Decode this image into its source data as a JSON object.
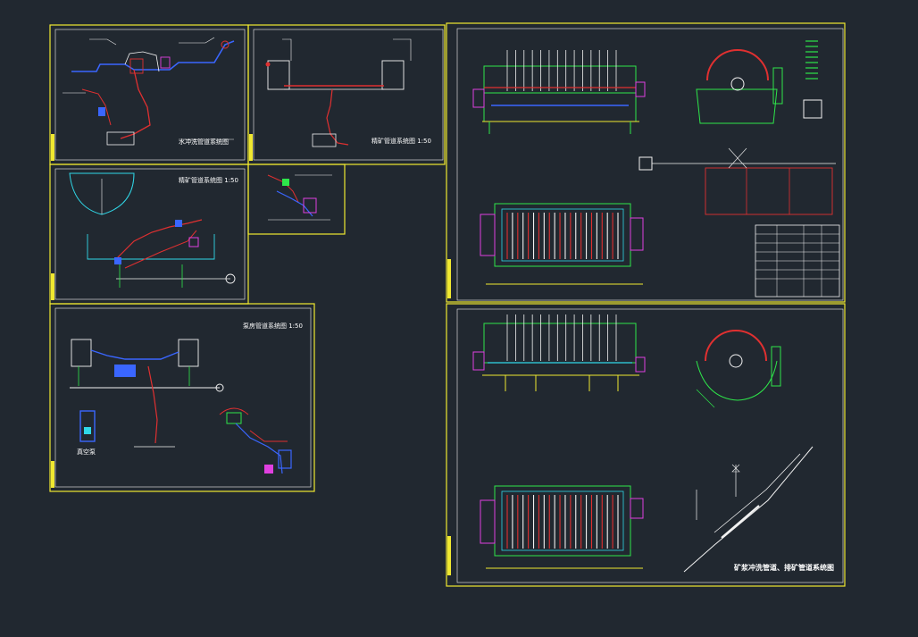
{
  "canvas": {
    "background": "#212830",
    "colors": {
      "frame": "#f0e830",
      "structure": "#2ee64a",
      "pipe_red": "#e03030",
      "pipe_blue": "#3a66ff",
      "cyan": "#30d8e8",
      "magenta": "#e040e0",
      "white": "#f2f2f2"
    }
  },
  "sheets": [
    {
      "id": "sheet-a",
      "title": "水冲洗管道系统图"
    },
    {
      "id": "sheet-b",
      "title": "精矿管道系统图 1:50"
    },
    {
      "id": "sheet-c",
      "title": "精矿管道系统图 1:50"
    },
    {
      "id": "sheet-d",
      "title": ""
    },
    {
      "id": "sheet-e",
      "title": "泵房管道系统图 1:50",
      "side_label": "真空泵"
    },
    {
      "id": "sheet-f",
      "title": ""
    },
    {
      "id": "sheet-g",
      "title": "矿浆冲洗管道、排矿管道系统图"
    }
  ]
}
